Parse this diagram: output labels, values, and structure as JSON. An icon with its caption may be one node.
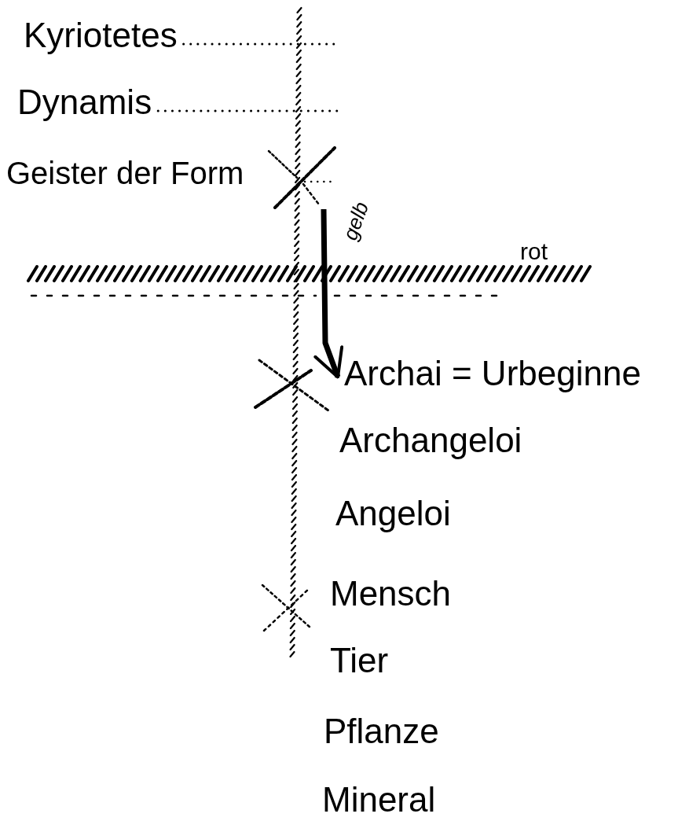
{
  "diagram": {
    "nodes": [
      {
        "text": [
          "Kyriotetes"
        ]
      },
      {
        "text": [
          "Dynamis"
        ]
      },
      {
        "text": [],
        "shape": "cross"
      },
      {
        "text": [
          "Archai = Urbeginne"
        ]
      }
    ],
    "edges": [
      {
        "from": 0,
        "to": null,
        "arrow": "none",
        "style": "dashed"
      },
      {
        "from": 1,
        "to": null,
        "arrow": "none",
        "style": "dashed"
      },
      {
        "from": 2,
        "to": 3,
        "arrow": "to",
        "label": "gelb",
        "style": "thick"
      }
    ],
    "labels": [
      "Geister der Form",
      "rot",
      "Archangeloi",
      "Angeloi",
      "Mensch",
      "Tier",
      "Pflanze",
      "Mineral"
    ]
  }
}
